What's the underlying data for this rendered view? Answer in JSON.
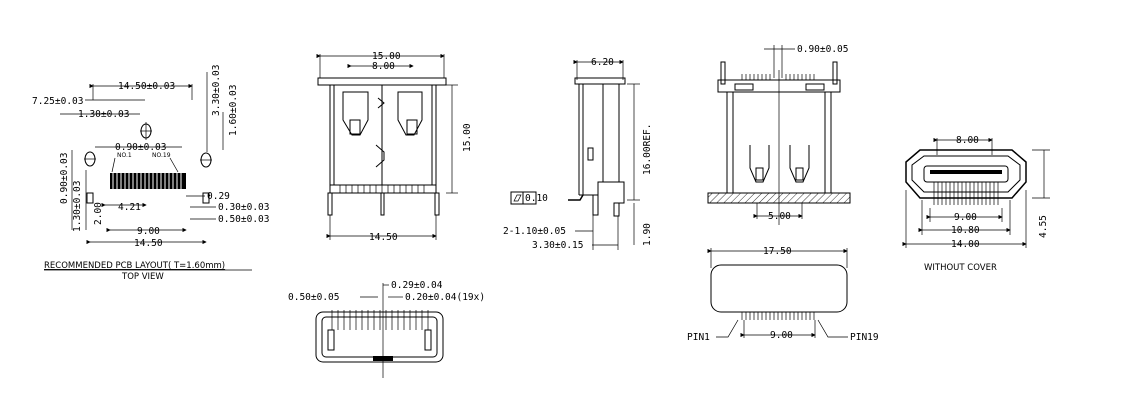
{
  "pcb_layout": {
    "dim_width_top": "14.50±0.03",
    "dim_offset_left": "7.25±0.03",
    "dim_hole_offset": "1.30±0.03",
    "dim_vertical_top": "3.30±0.03",
    "dim_vertical_mid": "1.60±0.03",
    "dim_hole_dia": "0.90±0.03",
    "dim_left_v1": "0.90±0.03",
    "dim_left_v2": "1.30±0.03",
    "dim_left_v3": "2.00",
    "pin1_label": "NO.1",
    "pin19_label": "NO.19",
    "dim_pitch_group": "4.21",
    "dim_pad_len": "0.29",
    "dim_pad_w": "0.30±0.03",
    "dim_pitch": "0.50±0.03",
    "dim_span": "9.00",
    "dim_width_bottom": "14.50",
    "caption": "RECOMMENDED  PCB   LAYOUT(  T=1.60mm)",
    "subcaption": "TOP  VIEW"
  },
  "front_view": {
    "dim_top": "15.00",
    "dim_inner": "8.00",
    "dim_height": "15.00",
    "dim_bottom": "14.50"
  },
  "pin_detail": {
    "dim_pin_w": "0.29±0.04",
    "dim_pitch": "0.50±0.05",
    "dim_pin_thick": "0.20±0.04(19x)"
  },
  "side_view": {
    "dim_depth": "6.20",
    "dim_height_ref": "16.00REF.",
    "flatness_label": "0.10",
    "dim_pin_offset": "2-1.10±0.05",
    "dim_pin_len": "3.30±0.15",
    "dim_pin_height": "1.90"
  },
  "rear_view": {
    "dim_pin_top": "0.90±0.05",
    "dim_center": "5.00"
  },
  "bottom_view": {
    "dim_width": "17.50",
    "dim_span": "9.00",
    "pin1_label": "PIN1",
    "pin19_label": "PIN19"
  },
  "opening_view": {
    "dim_top": "8.00",
    "dim_height": "4.55",
    "dim_inner": "9.00",
    "dim_mid": "10.80",
    "dim_outer": "14.00",
    "caption": "WITHOUT  COVER"
  }
}
